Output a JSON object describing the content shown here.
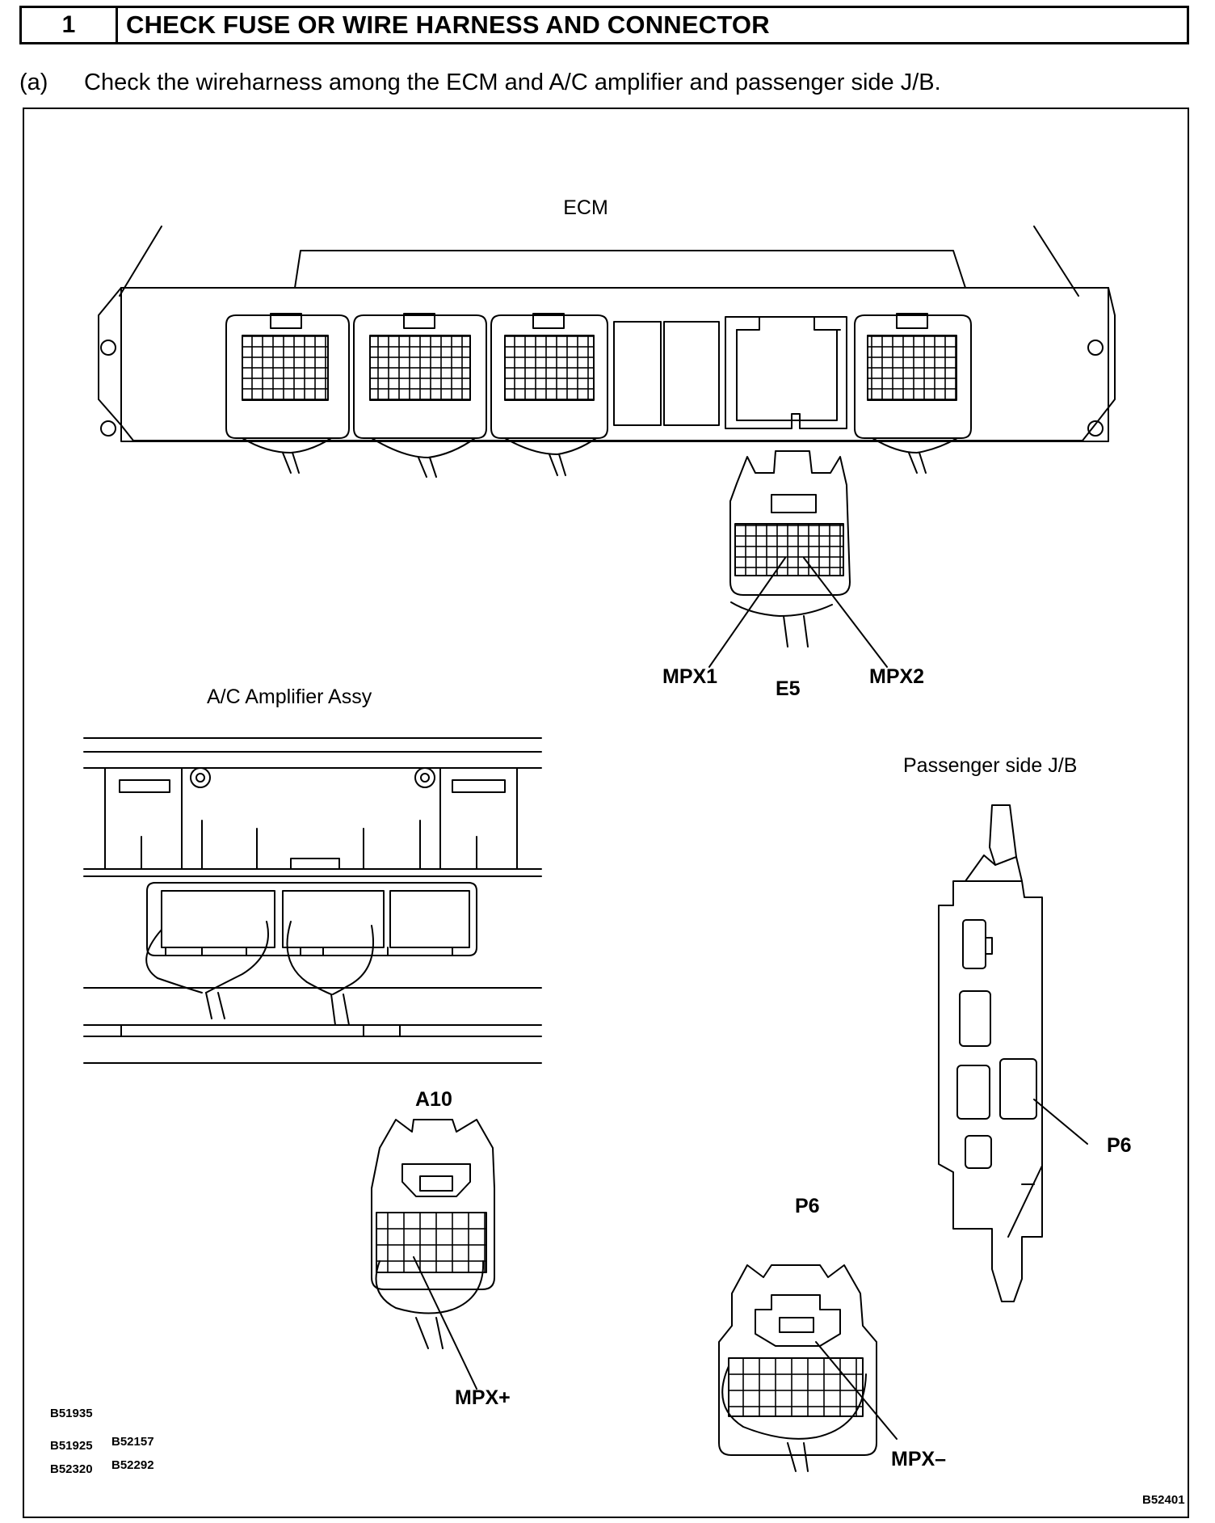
{
  "header": {
    "step_number": "1",
    "title": "CHECK FUSE OR WIRE HARNESS AND CONNECTOR"
  },
  "instruction": {
    "step": "(a)",
    "text": "Check the wireharness among the ECM and A/C amplifier and passenger side J/B."
  },
  "diagram": {
    "ecm_label": "ECM",
    "ecm_connector_label": "E5",
    "mpx1_label": "MPX1",
    "mpx2_label": "MPX2",
    "ac_amp_label": "A/C Amplifier Assy",
    "ac_connector_label": "A10",
    "mpx_plus_label": "MPX+",
    "jb_label": "Passenger side J/B",
    "jb_connector_pointer_label": "P6",
    "jb_connector_label": "P6",
    "mpx_minus_label": "MPX–",
    "ref_codes": [
      "B51935",
      "B51925",
      "B52157",
      "B52320",
      "B52292"
    ],
    "figure_code": "B52401"
  }
}
